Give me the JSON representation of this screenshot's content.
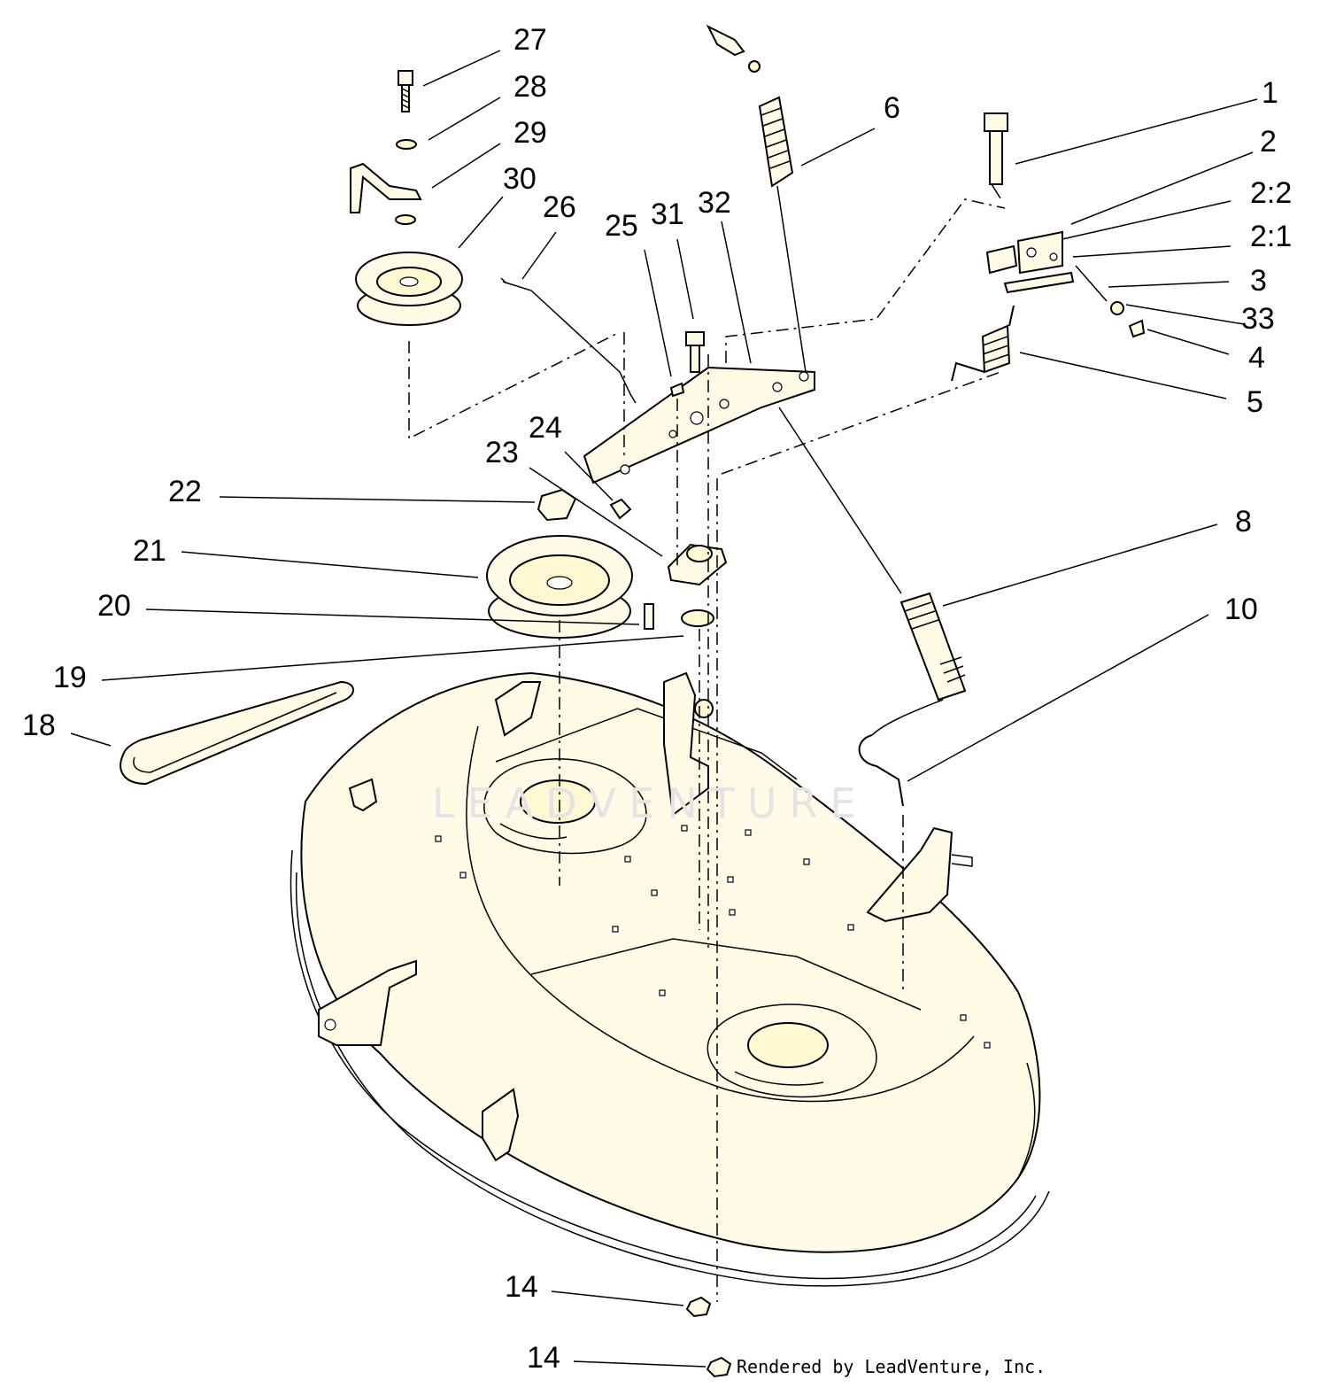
{
  "diagram": {
    "labels": [
      {
        "id": "27",
        "text": "27"
      },
      {
        "id": "28",
        "text": "28"
      },
      {
        "id": "29",
        "text": "29"
      },
      {
        "id": "30",
        "text": "30"
      },
      {
        "id": "26",
        "text": "26"
      },
      {
        "id": "25",
        "text": "25"
      },
      {
        "id": "31",
        "text": "31"
      },
      {
        "id": "32",
        "text": "32"
      },
      {
        "id": "6",
        "text": "6"
      },
      {
        "id": "1",
        "text": "1"
      },
      {
        "id": "2",
        "text": "2"
      },
      {
        "id": "2-2",
        "text": "2:2"
      },
      {
        "id": "2-1",
        "text": "2:1"
      },
      {
        "id": "3",
        "text": "3"
      },
      {
        "id": "33",
        "text": "33"
      },
      {
        "id": "4",
        "text": "4"
      },
      {
        "id": "5",
        "text": "5"
      },
      {
        "id": "24",
        "text": "24"
      },
      {
        "id": "23",
        "text": "23"
      },
      {
        "id": "22",
        "text": "22"
      },
      {
        "id": "21",
        "text": "21"
      },
      {
        "id": "20",
        "text": "20"
      },
      {
        "id": "19",
        "text": "19"
      },
      {
        "id": "18",
        "text": "18"
      },
      {
        "id": "8",
        "text": "8"
      },
      {
        "id": "10",
        "text": "10"
      },
      {
        "id": "14a",
        "text": "14"
      },
      {
        "id": "14b",
        "text": "14"
      }
    ],
    "watermark": "LEADVENTURE",
    "credit": "Rendered by LeadVenture, Inc."
  }
}
